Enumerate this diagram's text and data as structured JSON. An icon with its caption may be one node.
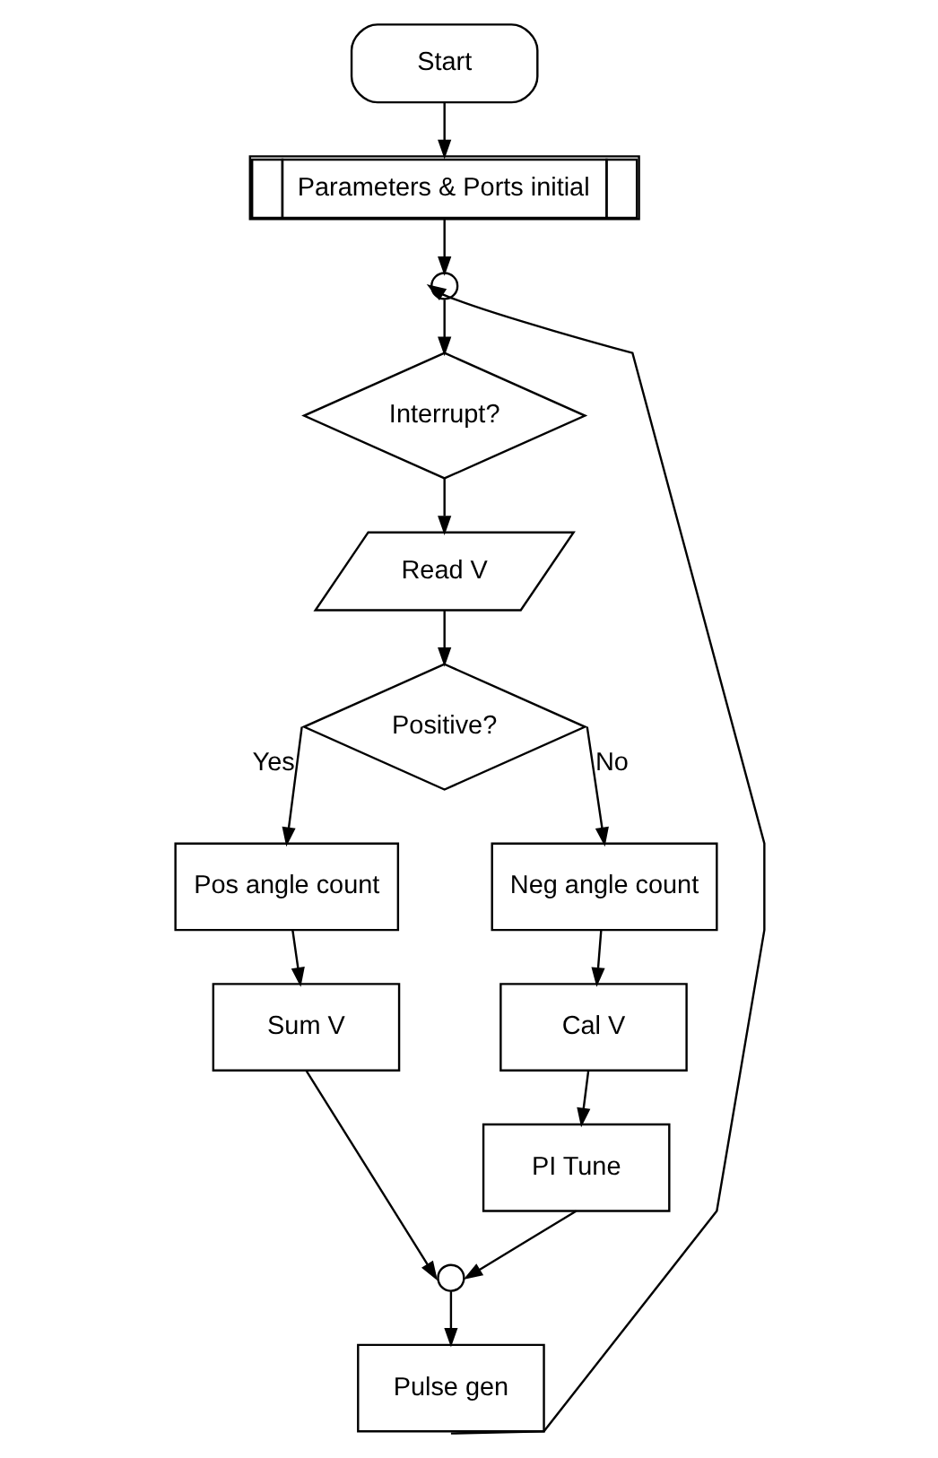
{
  "diagram": {
    "nodes": [
      {
        "text": [
          "Start"
        ]
      },
      {
        "text": [
          "Parameters & Ports initial"
        ]
      },
      {
        "text": [],
        "shape": "circle"
      },
      {
        "text": [
          "Interrupt?"
        ]
      },
      {
        "text": [
          "Read V"
        ]
      },
      {
        "text": [
          "Positive?"
        ]
      },
      {
        "text": [
          "Pos angle count"
        ]
      },
      {
        "text": [
          "Neg angle count"
        ]
      },
      {
        "text": [
          "Sum V"
        ]
      },
      {
        "text": [
          "Cal V"
        ]
      },
      {
        "text": [
          "PI Tune"
        ]
      },
      {
        "text": [],
        "shape": "circle"
      },
      {
        "text": [
          "Pulse gen"
        ]
      }
    ],
    "edges": [
      {
        "from": 0,
        "to": 1,
        "arrow": "to"
      },
      {
        "from": 1,
        "to": 2,
        "arrow": "to"
      },
      {
        "from": 2,
        "to": 3,
        "arrow": "to"
      },
      {
        "from": 3,
        "to": 4,
        "arrow": "to"
      },
      {
        "from": 4,
        "to": 5,
        "arrow": "to"
      },
      {
        "from": 5,
        "to": 6,
        "label": "Yes",
        "arrow": "to"
      },
      {
        "from": 5,
        "to": 7,
        "label": "No",
        "arrow": "to"
      },
      {
        "from": 6,
        "to": 8,
        "arrow": "to"
      },
      {
        "from": 7,
        "to": 9,
        "arrow": "to"
      },
      {
        "from": 9,
        "to": 10,
        "arrow": "to"
      },
      {
        "from": 8,
        "to": 11,
        "arrow": "to"
      },
      {
        "from": 10,
        "to": 11,
        "arrow": "to"
      },
      {
        "from": 11,
        "to": 12,
        "arrow": "to"
      },
      {
        "from": 12,
        "to": 2,
        "arrow": "to"
      }
    ]
  }
}
